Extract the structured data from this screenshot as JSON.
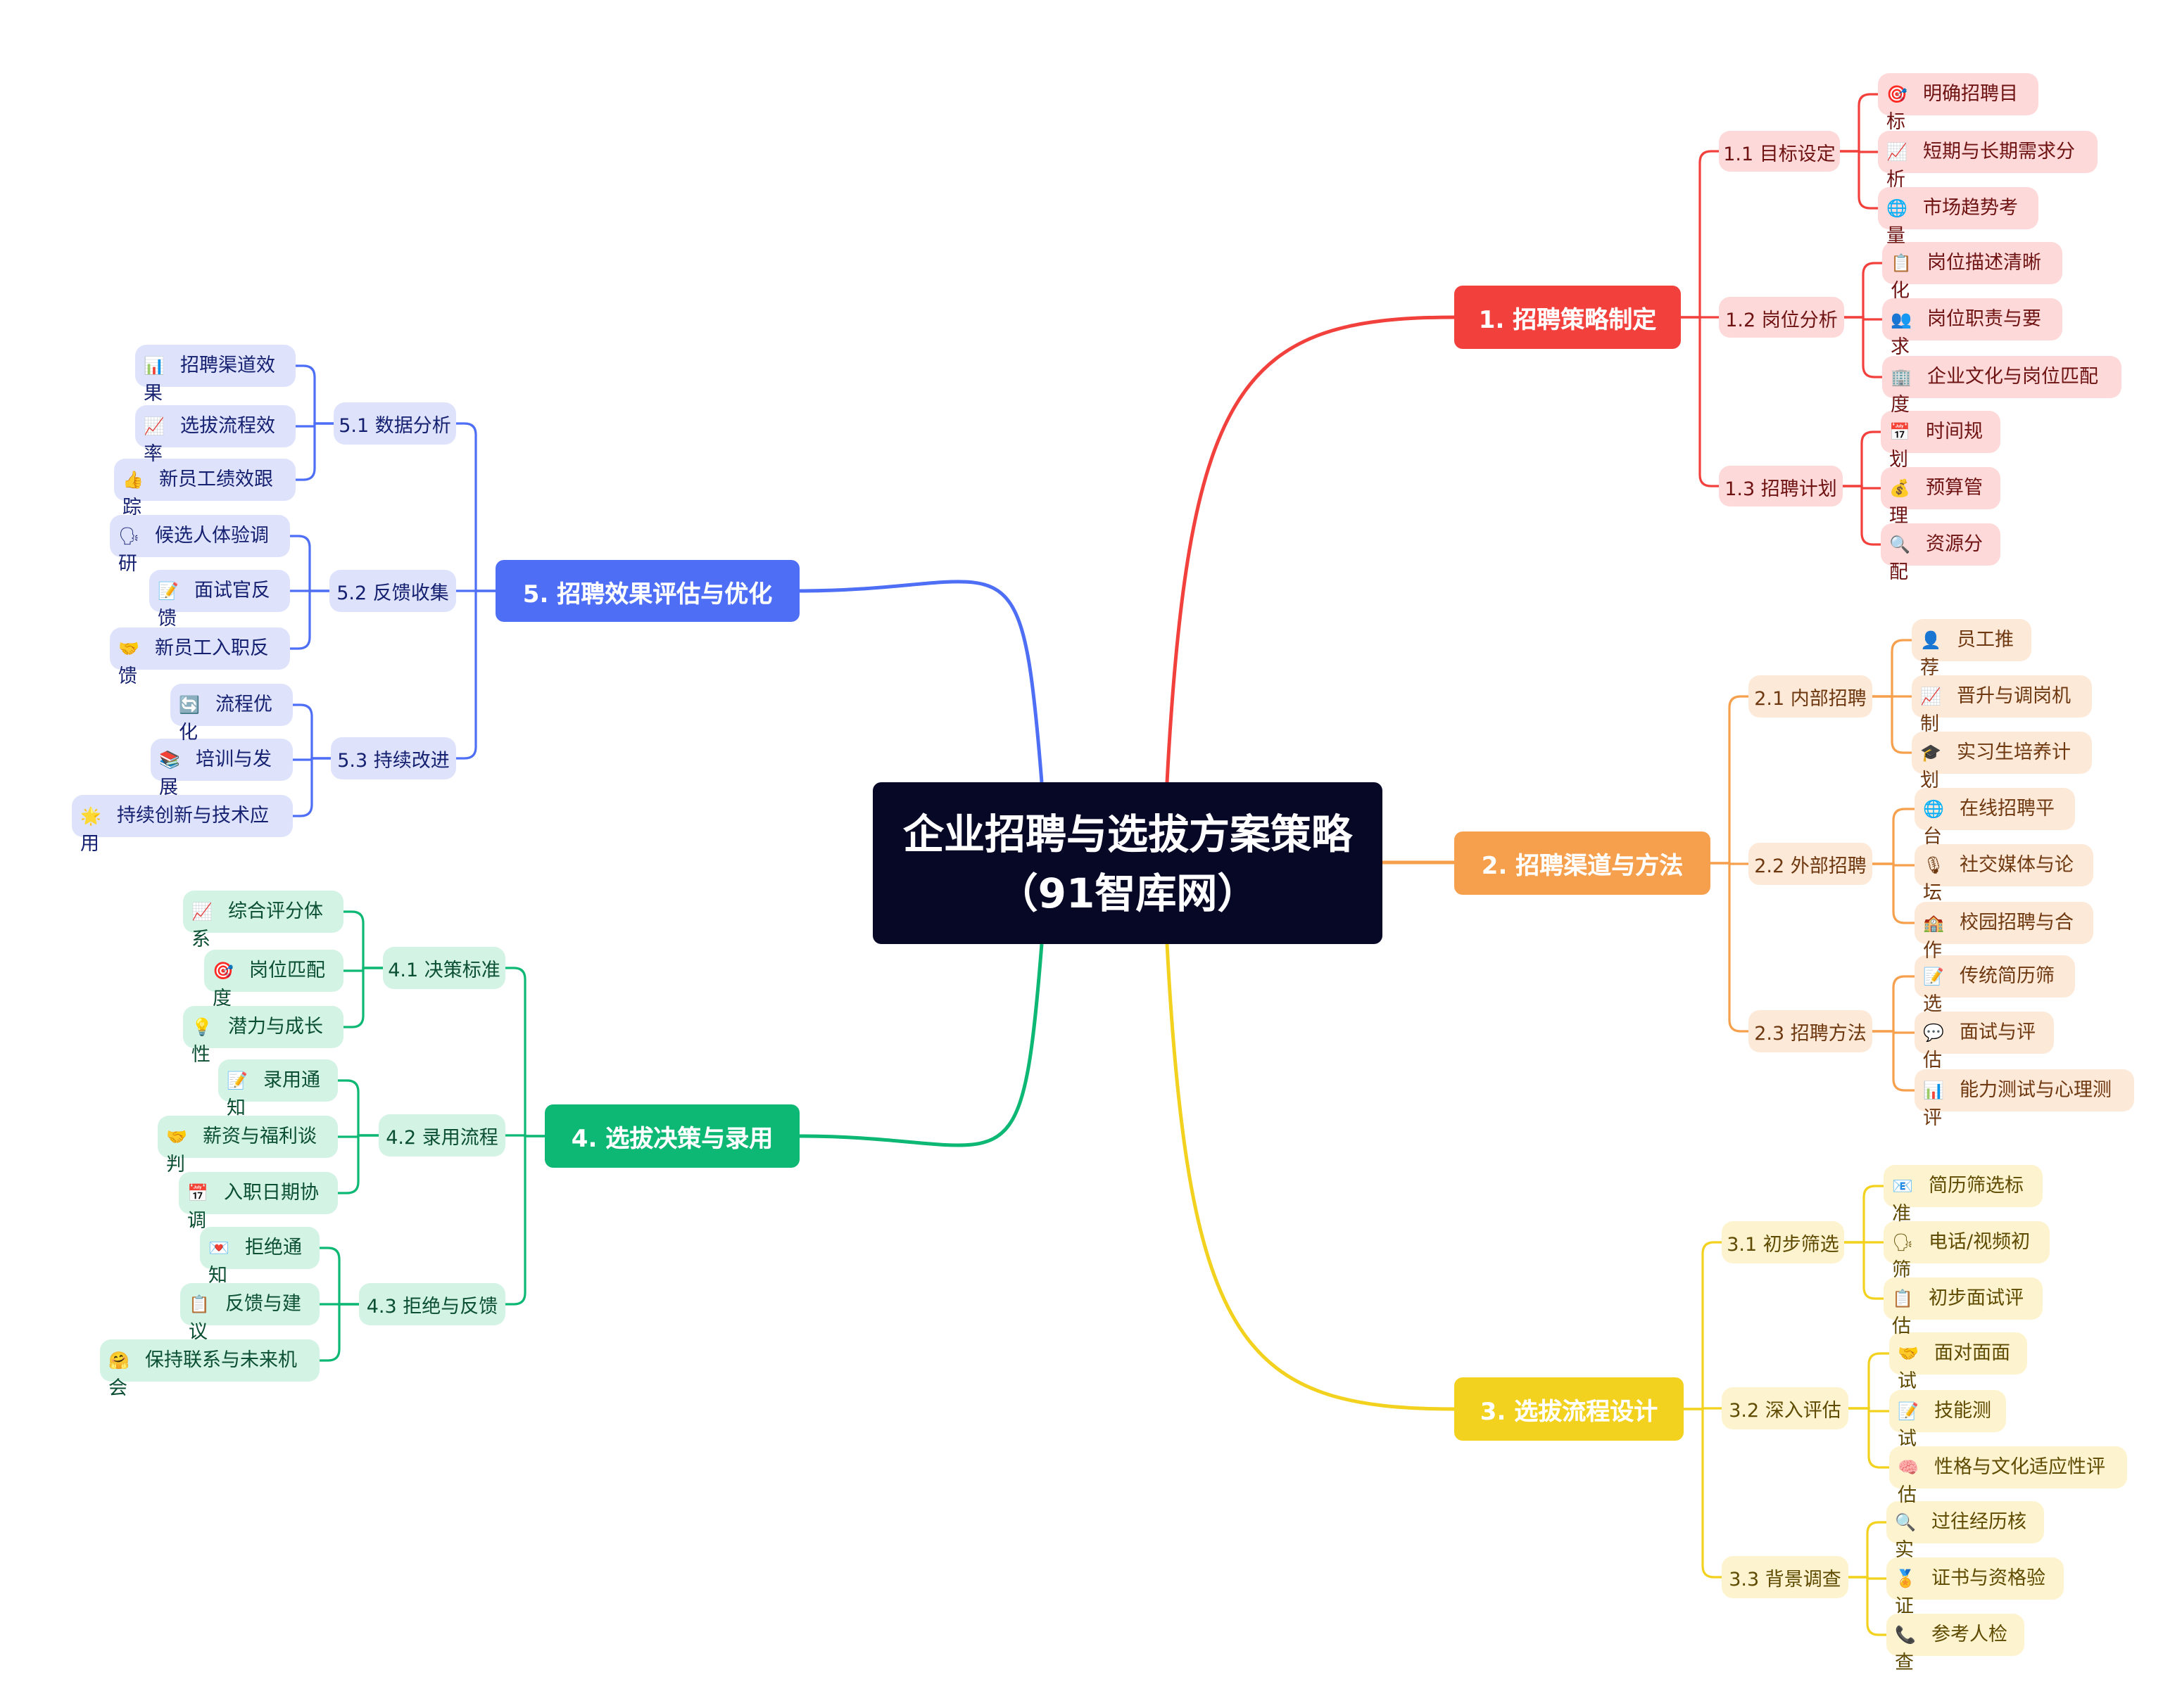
{
  "center": {
    "title": "企业招聘与选拔方案策略（91智库网）"
  },
  "branches": [
    {
      "label": "1. 招聘策略制定",
      "color": "#f2413d",
      "light": "#fdd9d9",
      "text": "#6e1212",
      "subs": [
        {
          "label": "1.1 目标设定",
          "leaves": [
            {
              "icon": "🎯",
              "label": "明确招聘目标"
            },
            {
              "icon": "📈",
              "label": "短期与长期需求分析"
            },
            {
              "icon": "🌐",
              "label": "市场趋势考量"
            }
          ]
        },
        {
          "label": "1.2 岗位分析",
          "leaves": [
            {
              "icon": "📋",
              "label": "岗位描述清晰化"
            },
            {
              "icon": "👥",
              "label": "岗位职责与要求"
            },
            {
              "icon": "🏢",
              "label": "企业文化与岗位匹配度"
            }
          ]
        },
        {
          "label": "1.3 招聘计划",
          "leaves": [
            {
              "icon": "📅",
              "label": "时间规划"
            },
            {
              "icon": "💰",
              "label": "预算管理"
            },
            {
              "icon": "🔍",
              "label": "资源分配"
            }
          ]
        }
      ]
    },
    {
      "label": "2. 招聘渠道与方法",
      "color": "#f6a04d",
      "light": "#fde9d8",
      "text": "#6e3810",
      "subs": [
        {
          "label": "2.1 内部招聘",
          "leaves": [
            {
              "icon": "👤",
              "label": "员工推荐"
            },
            {
              "icon": "📈",
              "label": "晋升与调岗机制"
            },
            {
              "icon": "🎓",
              "label": "实习生培养计划"
            }
          ]
        },
        {
          "label": "2.2 外部招聘",
          "leaves": [
            {
              "icon": "🌐",
              "label": "在线招聘平台"
            },
            {
              "icon": "🎙",
              "label": "社交媒体与论坛"
            },
            {
              "icon": "🏫",
              "label": "校园招聘与合作"
            }
          ]
        },
        {
          "label": "2.3 招聘方法",
          "leaves": [
            {
              "icon": "📝",
              "label": "传统简历筛选"
            },
            {
              "icon": "💬",
              "label": "面试与评估"
            },
            {
              "icon": "📊",
              "label": "能力测试与心理测评"
            }
          ]
        }
      ]
    },
    {
      "label": "3. 选拔流程设计",
      "color": "#f2d21f",
      "light": "#fdf4cf",
      "text": "#5e4a00",
      "subs": [
        {
          "label": "3.1 初步筛选",
          "leaves": [
            {
              "icon": "📧",
              "label": "简历筛选标准"
            },
            {
              "icon": "🗣",
              "label": "电话/视频初筛"
            },
            {
              "icon": "📋",
              "label": "初步面试评估"
            }
          ]
        },
        {
          "label": "3.2 深入评估",
          "leaves": [
            {
              "icon": "🤝",
              "label": "面对面面试"
            },
            {
              "icon": "📝",
              "label": "技能测试"
            },
            {
              "icon": "🧠",
              "label": "性格与文化适应性评估"
            }
          ]
        },
        {
          "label": "3.3 背景调查",
          "leaves": [
            {
              "icon": "🔍",
              "label": "过往经历核实"
            },
            {
              "icon": "🏅",
              "label": "证书与资格验证"
            },
            {
              "icon": "📞",
              "label": "参考人检查"
            }
          ]
        }
      ]
    },
    {
      "label": "4. 选拔决策与录用",
      "color": "#0db774",
      "light": "#d3f3e4",
      "text": "#0b4f33",
      "subs": [
        {
          "label": "4.1 决策标准",
          "leaves": [
            {
              "icon": "📈",
              "label": "综合评分体系"
            },
            {
              "icon": "🎯",
              "label": "岗位匹配度"
            },
            {
              "icon": "💡",
              "label": "潜力与成长性"
            }
          ]
        },
        {
          "label": "4.2 录用流程",
          "leaves": [
            {
              "icon": "📝",
              "label": "录用通知"
            },
            {
              "icon": "🤝",
              "label": "薪资与福利谈判"
            },
            {
              "icon": "📅",
              "label": "入职日期协调"
            }
          ]
        },
        {
          "label": "4.3 拒绝与反馈",
          "leaves": [
            {
              "icon": "💌",
              "label": "拒绝通知"
            },
            {
              "icon": "📋",
              "label": "反馈与建议"
            },
            {
              "icon": "🤗",
              "label": "保持联系与未来机会"
            }
          ]
        }
      ]
    },
    {
      "label": "5. 招聘效果评估与优化",
      "color": "#4d6ef5",
      "light": "#dee3fb",
      "text": "#152070",
      "subs": [
        {
          "label": "5.1 数据分析",
          "leaves": [
            {
              "icon": "📊",
              "label": "招聘渠道效果"
            },
            {
              "icon": "📈",
              "label": "选拔流程效率"
            },
            {
              "icon": "👍",
              "label": "新员工绩效跟踪"
            }
          ]
        },
        {
          "label": "5.2 反馈收集",
          "leaves": [
            {
              "icon": "🗣",
              "label": "候选人体验调研"
            },
            {
              "icon": "📝",
              "label": "面试官反馈"
            },
            {
              "icon": "🤝",
              "label": "新员工入职反馈"
            }
          ]
        },
        {
          "label": "5.3 持续改进",
          "leaves": [
            {
              "icon": "🔄",
              "label": "流程优化"
            },
            {
              "icon": "📚",
              "label": "培训与发展"
            },
            {
              "icon": "🌟",
              "label": "持续创新与技术应用"
            }
          ]
        }
      ]
    }
  ]
}
